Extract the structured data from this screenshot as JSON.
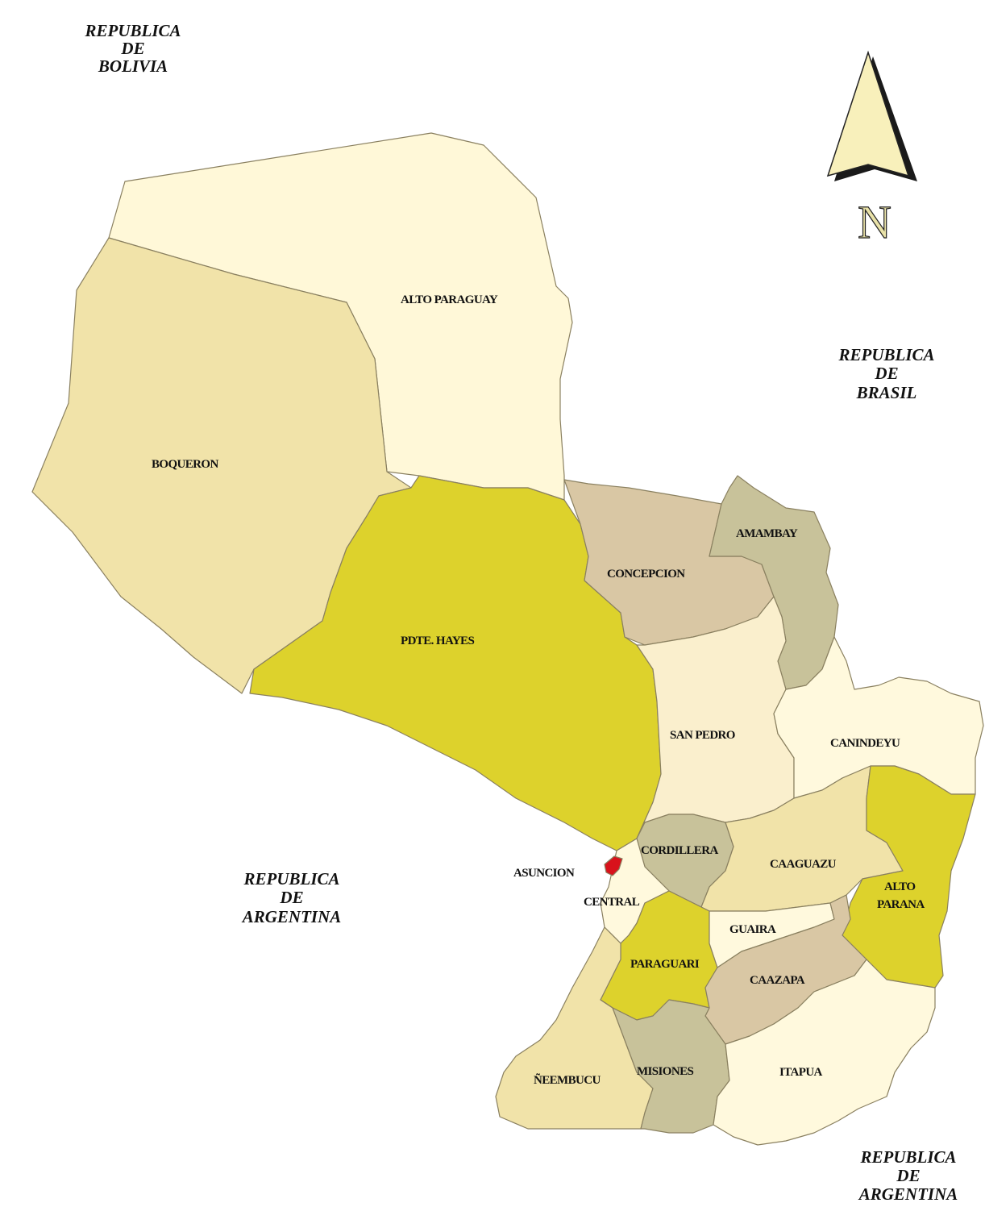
{
  "colors": {
    "alto_paraguay": "#fff8d8",
    "boqueron": "#f1e3a9",
    "pdte_hayes": "#ddd22c",
    "concepcion": "#d9c7a4",
    "amambay": "#c8c29a",
    "san_pedro": "#faefcd",
    "canindeyu": "#fff9dd",
    "cordillera": "#c8c29a",
    "caaguazu": "#f1e3a9",
    "alto_parana": "#ddd22c",
    "central": "#fff9dd",
    "asuncion": "#d8121b",
    "paraguari": "#ddd22c",
    "guaira": "#fff9dd",
    "caazapa": "#d9c7a4",
    "neembucu": "#f1e3a9",
    "misiones": "#c8c29a",
    "itapua": "#fff9dd",
    "border": "#8a8060"
  },
  "north_arrow": {
    "letter": "N",
    "icon": "north-arrow-icon"
  },
  "countries": {
    "bolivia": [
      "REPUBLICA",
      "DE",
      "BOLIVIA"
    ],
    "brasil": [
      "REPUBLICA",
      "DE",
      "BRASIL"
    ],
    "argentina_west": [
      "REPUBLICA",
      "DE",
      "ARGENTINA"
    ],
    "argentina_south": [
      "REPUBLICA",
      "DE",
      "ARGENTINA"
    ]
  },
  "departments": {
    "alto_paraguay": "ALTO PARAGUAY",
    "boqueron": "BOQUERON",
    "pdte_hayes": "PDTE. HAYES",
    "concepcion": "CONCEPCION",
    "amambay": "AMAMBAY",
    "san_pedro": "SAN PEDRO",
    "canindeyu": "CANINDEYU",
    "cordillera": "CORDILLERA",
    "caaguazu": "CAAGUAZU",
    "alto_parana": [
      "ALTO",
      "PARANA"
    ],
    "asuncion": "ASUNCION",
    "central": "CENTRAL",
    "guaira": "GUAIRA",
    "paraguari": "PARAGUARI",
    "caazapa": "CAAZAPA",
    "neembucu": "ÑEEMBUCU",
    "misiones": "MISIONES",
    "itapua": "ITAPUA"
  }
}
